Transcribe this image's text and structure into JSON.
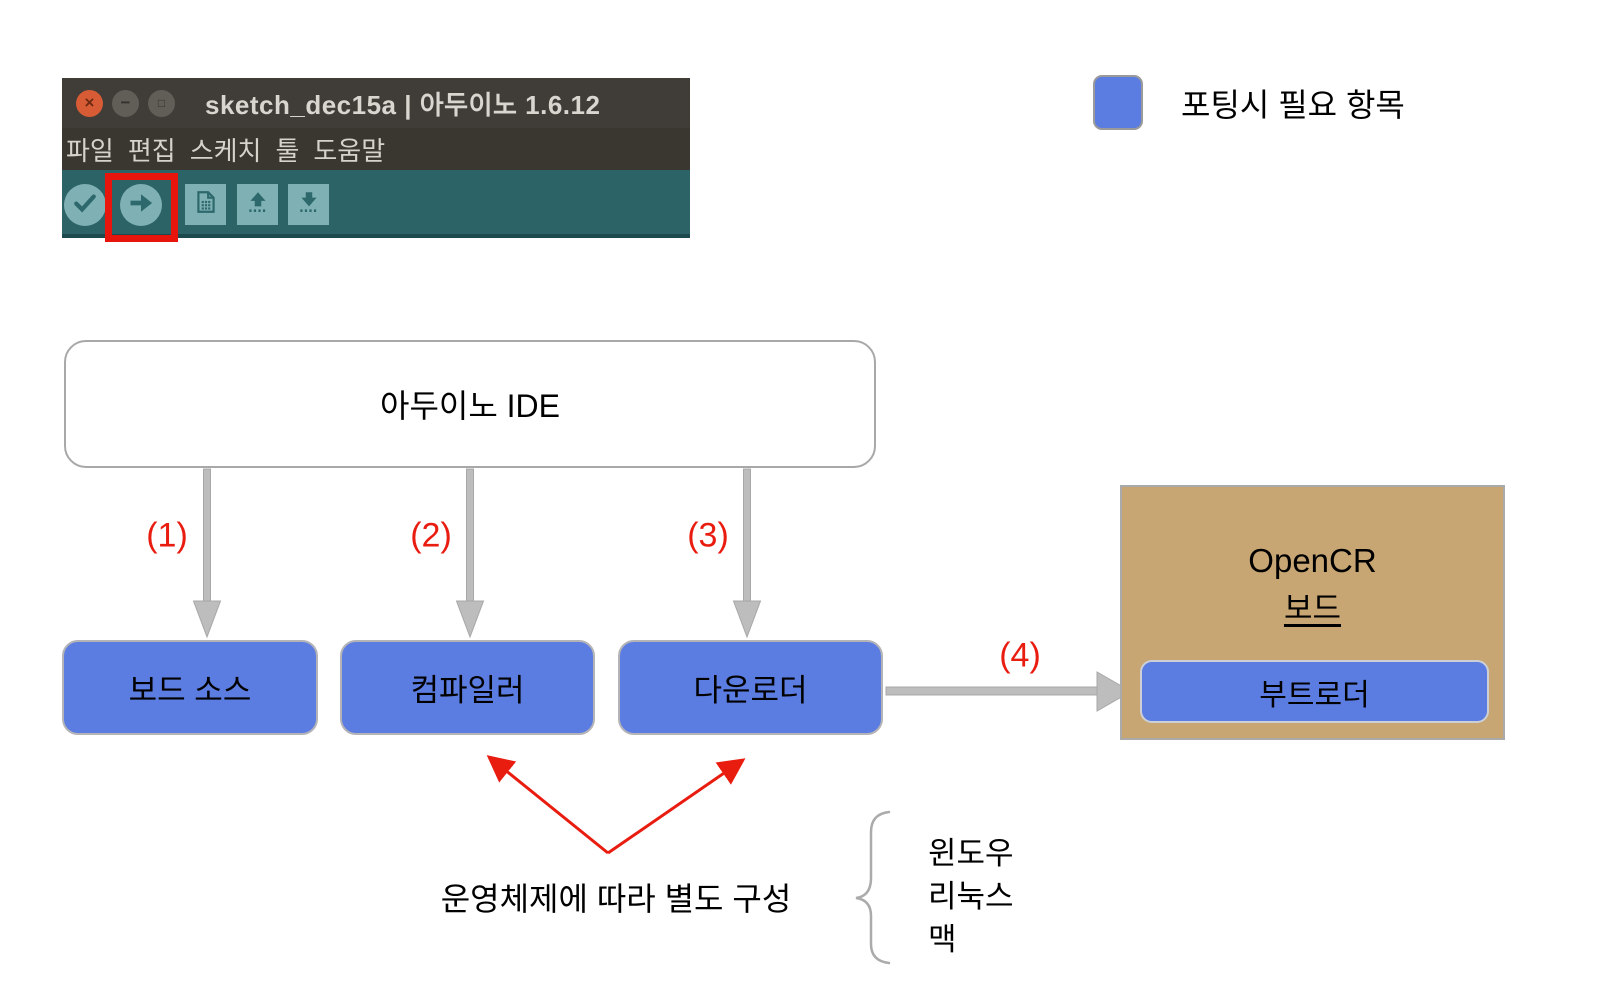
{
  "window": {
    "title": "sketch_dec15a | 아두이노 1.6.12",
    "controls": {
      "close": "×",
      "minimize": "−",
      "maximize": "□"
    },
    "menu_items": [
      "파일",
      "편집",
      "스케치",
      "툴",
      "도움말"
    ],
    "toolbar": [
      "verify",
      "upload",
      "new",
      "open",
      "save"
    ]
  },
  "legend": {
    "label": "포팅시 필요 항목"
  },
  "diagram": {
    "ide_label": "아두이노 IDE",
    "arrow1_label": "(1)",
    "arrow2_label": "(2)",
    "arrow3_label": "(3)",
    "arrow4_label": "(4)",
    "box_board_source": "보드 소스",
    "box_compiler": "컴파일러",
    "box_downloader": "다운로더",
    "opencr_line1": "OpenCR",
    "opencr_line2": "보드",
    "bootloader_label": "부트로더"
  },
  "footnote": {
    "note": "운영체제에 따라 별도 구성",
    "os_items": [
      "윈도우",
      "리눅스",
      "맥"
    ]
  },
  "colors": {
    "accent_blue": "#5b7ce0",
    "board_tan": "#c8a674",
    "highlight_red": "#e8150c",
    "label_red": "#e91c10",
    "toolbar_teal": "#2b6366",
    "titlebar_gray": "#403d38",
    "arrow_gray": "#bdbdbd"
  }
}
